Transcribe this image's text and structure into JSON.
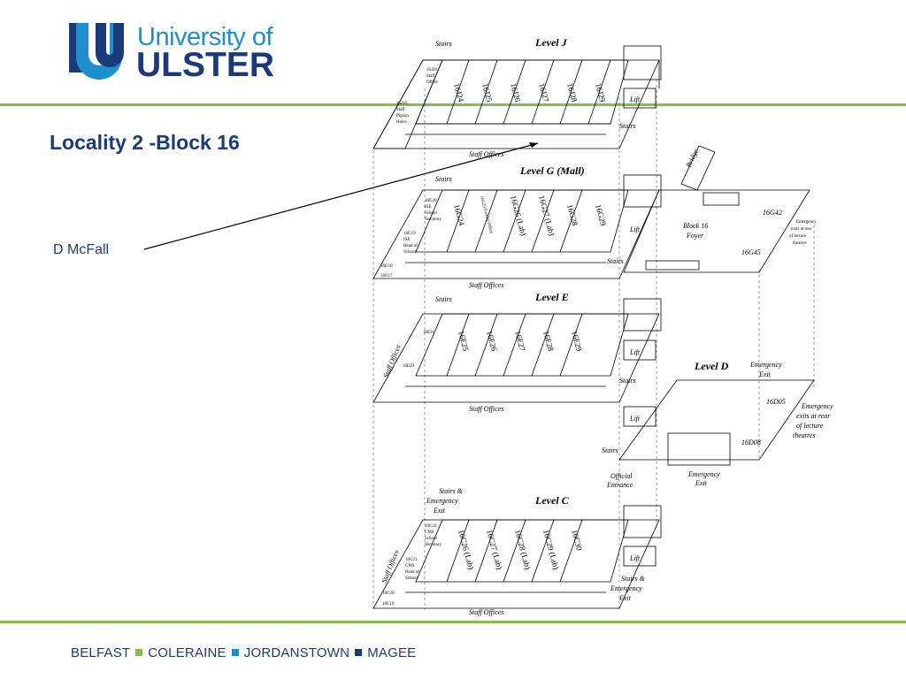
{
  "logo": {
    "line1": "University of",
    "line2": "ULSTER",
    "colors": {
      "blue": "#1d8fcf",
      "navy": "#1a3a7a",
      "green": "#7fbf4d"
    }
  },
  "title": "Locality 2 -Block 16",
  "author": "D McFall",
  "footer": {
    "campuses": [
      "BELFAST",
      "COLERAINE",
      "JORDANSTOWN",
      "MAGEE"
    ],
    "square_colors": [
      "#7fbf4d",
      "#1d8fcf",
      "#1a3a7a"
    ]
  },
  "plan": {
    "levelJ": {
      "label": "Level J",
      "stairs": "Stairs",
      "stairs2": "Stairs",
      "lift": "Lift",
      "staff_offices": "Staff Offices",
      "office_a": [
        "16J20",
        "Staff",
        "Office"
      ],
      "office_b": [
        "16J19",
        "Staff",
        "Pigeon",
        "Holes"
      ],
      "rooms": [
        "16J24",
        "16J25",
        "16J26",
        "16J27",
        "16J28",
        "16J29"
      ]
    },
    "levelG": {
      "label": "Level G (Mall)",
      "stairs": "Stairs",
      "stairs2": "Stairs",
      "lift": "Lift",
      "staff_offices": "Staff Offices",
      "bridge": "Bridge",
      "office_a": [
        "16G20",
        "ISE",
        "School",
        "Secretary"
      ],
      "office_b": [
        "16G19",
        "ISE",
        "Head of",
        "School"
      ],
      "small": [
        "16G18",
        "16G17"
      ],
      "rooms": [
        "16G24",
        "16G25 Faculty Office",
        "16G26 (Lab)",
        "16G27 (Lab)",
        "16G28",
        "16G29"
      ],
      "foyer": [
        "Block 16",
        "Foyer"
      ],
      "theatres": [
        "16G42",
        "16G45"
      ],
      "exits_note": [
        "Emergency",
        "exits at rear",
        "of lecture",
        "theatres"
      ]
    },
    "levelE": {
      "label": "Level E",
      "stairs": "Stairs",
      "stairs2": "Stairs",
      "lift": "Lift",
      "staff_offices": "Staff Offices",
      "side_label": "Staff Offices",
      "office_a": "16E21",
      "office_b": "16E20",
      "rooms": [
        "16E25",
        "16E26",
        "16E27",
        "16E28",
        "16E29"
      ]
    },
    "levelD": {
      "label": "Level D",
      "emergency_exit_top": [
        "Emergency",
        "Exit"
      ],
      "lift": "Lift",
      "stairs": "Stairs",
      "theatres": [
        "16D05",
        "16D08"
      ],
      "exits_note": [
        "Emergency",
        "exits at rear",
        "of lecture",
        "theatres"
      ],
      "official_entrance": [
        "Official",
        "Entrance"
      ],
      "emergency_exit_bottom": [
        "Emergency",
        "Exit"
      ]
    },
    "levelC": {
      "label": "Level C",
      "stairs_exit": [
        "Stairs &",
        "Emergency",
        "Exit"
      ],
      "stairs_exit2": [
        "Stairs &",
        "Emergency",
        "Exit"
      ],
      "lift": "Lift",
      "staff_offices": "Staff Offices",
      "side_label": "Staff Offices",
      "office_a": [
        "16C22",
        "CMS",
        "School",
        "Secretary"
      ],
      "office_b": [
        "16C21",
        "CMS",
        "Head of",
        "School"
      ],
      "small": [
        "16C20",
        "16C19"
      ],
      "rooms": [
        "16C26 (Lab)",
        "16C27 (Lab)",
        "16C28 (Lab)",
        "16C29 (Lab)",
        "16C30"
      ]
    }
  }
}
